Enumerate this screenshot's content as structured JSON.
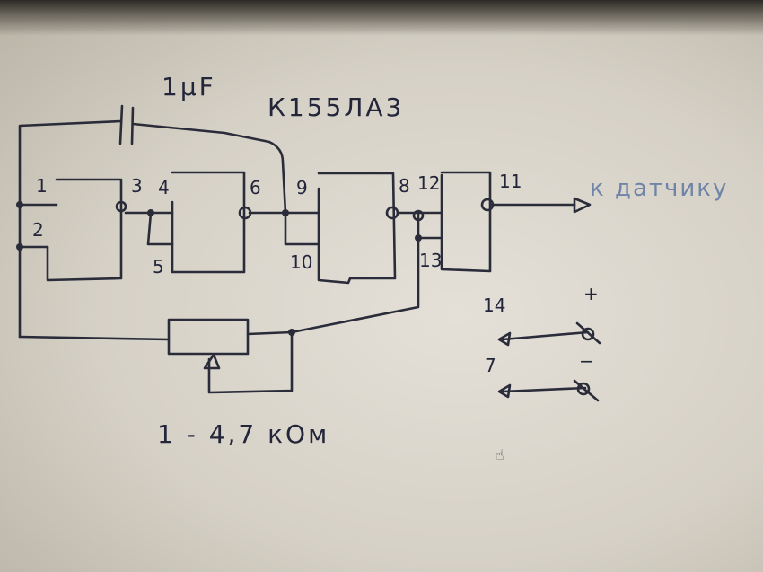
{
  "title": "К155ЛА3",
  "capacitor": "1μF",
  "resistor": "1 - 4,7 кОм",
  "output": "к датчику",
  "pins": [
    "1",
    "2",
    "3",
    "4",
    "5",
    "6",
    "9",
    "10",
    "8",
    "12",
    "13",
    "11"
  ],
  "power": {
    "pin_plus": "14",
    "plus": "+",
    "pin_minus": "7",
    "minus": "−"
  }
}
